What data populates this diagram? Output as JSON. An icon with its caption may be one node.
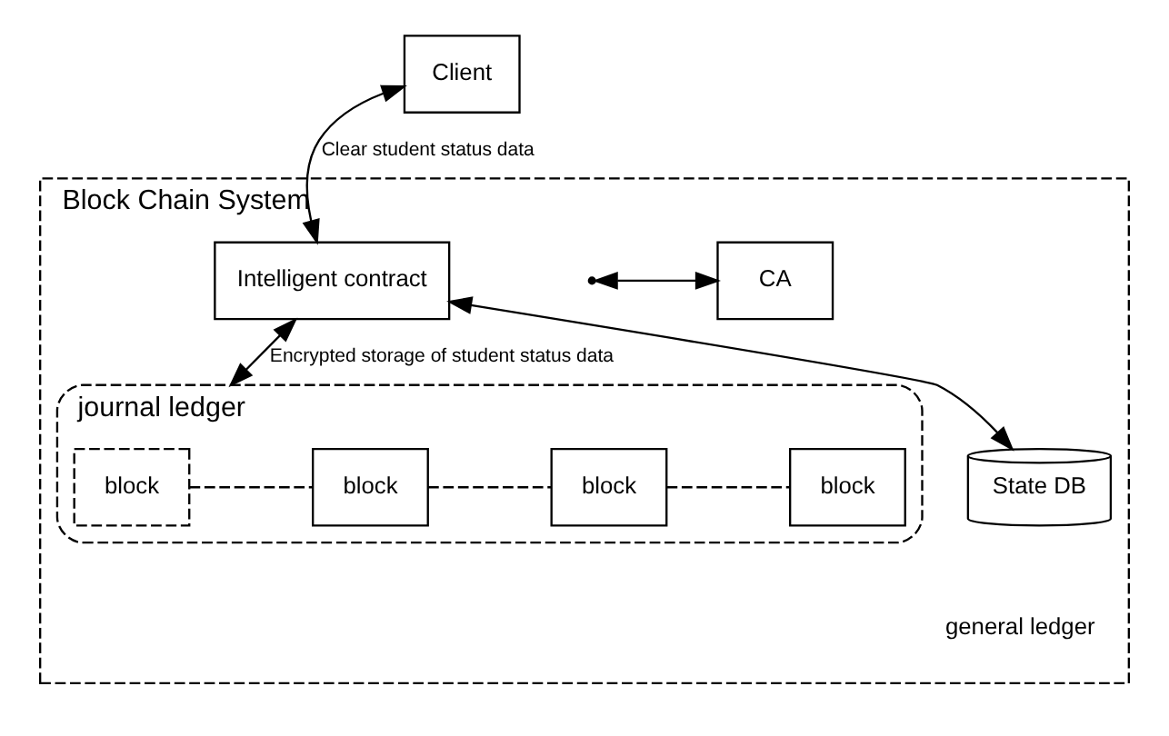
{
  "diagram": {
    "nodes": [
      {
        "text": [
          "Client"
        ]
      },
      {
        "text": [
          "Block Chain System"
        ]
      },
      {
        "text": [
          "CA"
        ],
        "in": 1
      },
      {
        "text": [
          "Intelligent contract"
        ],
        "in": 1
      },
      {
        "text": [
          "journal ledger"
        ],
        "in": 1
      },
      {
        "text": [
          "block"
        ],
        "in": 4
      },
      {
        "text": [
          "block"
        ],
        "in": 4
      },
      {
        "text": [
          "block"
        ],
        "in": 4
      },
      {
        "text": [
          "block"
        ],
        "in": 4
      },
      {
        "text": [
          "State DB"
        ],
        "in": 1,
        "beside": [
          "general ledger"
        ]
      }
    ],
    "edges": [
      {
        "from": 0,
        "to": 3,
        "arrow": "both",
        "label": "Clear student status data"
      },
      {
        "from": null,
        "to": 2,
        "arrow": "both"
      },
      {
        "from": 3,
        "to": 4,
        "arrow": "both",
        "label": "Encrypted storage of student status data"
      },
      {
        "from": 3,
        "to": 9,
        "arrow": "both"
      },
      {
        "from": 5,
        "to": 6,
        "arrow": "none",
        "style": "dashed"
      },
      {
        "from": 6,
        "to": 7,
        "arrow": "none",
        "style": "dashed"
      },
      {
        "from": 7,
        "to": 8,
        "arrow": "none",
        "style": "dashed"
      }
    ]
  }
}
